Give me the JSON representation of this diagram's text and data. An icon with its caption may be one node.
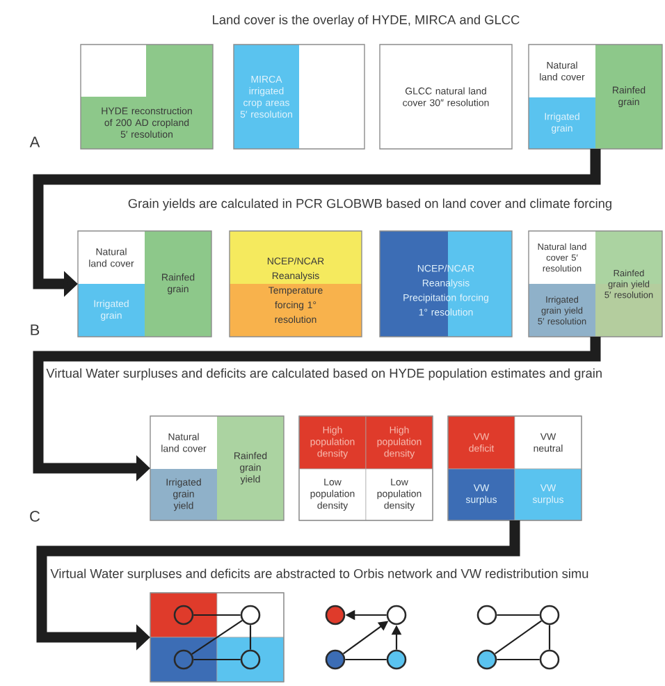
{
  "diagram": {
    "nodes": [
      {
        "text": [
          "HYDE reconstruction of 200 AD cropland 5′ resolution"
        ]
      },
      {
        "text": [
          "MIRCA irrigated crop areas 5′ resolution"
        ]
      },
      {
        "text": [
          "GLCC natural land cover 30″ resolution"
        ]
      },
      {
        "text": [
          "Natural land cover",
          "Irrigated grain",
          "Rainfed grain"
        ]
      },
      {
        "text": [
          "Natural land cover",
          "Irrigated grain",
          "Rainfed grain"
        ]
      },
      {
        "text": [
          "NCEP/NCAR Reanalysis Temperature forcing 1° resolution"
        ]
      },
      {
        "text": [
          "NCEP/NCAR Reanalysis Precipitation forcing 1° resolution"
        ]
      },
      {
        "text": [
          "Natural land cover 5′ resolution",
          "Irrigated grain yield 5′ resolution",
          "Rainfed grain yield 5′ resolution"
        ]
      },
      {
        "text": [
          "Natural land cover",
          "Irrigated grain yield",
          "Rainfed grain yield"
        ]
      },
      {
        "text": [
          "High population density",
          "High population density",
          "Low population density",
          "Low population density"
        ]
      },
      {
        "text": [
          "VW deficit",
          "VW neutral",
          "VW surplus",
          "VW surplus"
        ]
      },
      {
        "text": [],
        "shape": "box"
      },
      {
        "text": [],
        "shape": "circle",
        "in": 11
      },
      {
        "text": [],
        "shape": "circle",
        "in": 11
      },
      {
        "text": [],
        "shape": "circle",
        "in": 11
      },
      {
        "text": [],
        "shape": "circle",
        "in": 11
      },
      {
        "text": [],
        "shape": "circle"
      },
      {
        "text": [],
        "shape": "circle"
      },
      {
        "text": [],
        "shape": "circle"
      },
      {
        "text": [],
        "shape": "circle"
      },
      {
        "text": [],
        "shape": "circle"
      },
      {
        "text": [],
        "shape": "circle"
      },
      {
        "text": [],
        "shape": "circle"
      },
      {
        "text": [],
        "shape": "circle"
      }
    ],
    "edges": [
      {
        "from": 3,
        "to": 4,
        "arrow": "to",
        "style": "thick"
      },
      {
        "from": 7,
        "to": 8,
        "arrow": "to",
        "style": "thick"
      },
      {
        "from": 10,
        "to": 11,
        "arrow": "to",
        "style": "thick"
      },
      {
        "from": 12,
        "to": 13,
        "arrow": "none"
      },
      {
        "from": 13,
        "to": 15,
        "arrow": "none"
      },
      {
        "from": 13,
        "to": 14,
        "arrow": "none"
      },
      {
        "from": 14,
        "to": 15,
        "arrow": "none"
      },
      {
        "from": 17,
        "to": 16,
        "arrow": "to"
      },
      {
        "from": 18,
        "to": 17,
        "arrow": "to"
      },
      {
        "from": 19,
        "to": 17,
        "arrow": "to"
      },
      {
        "from": 18,
        "to": 19,
        "arrow": "none"
      },
      {
        "from": 20,
        "to": 21,
        "arrow": "none"
      },
      {
        "from": 21,
        "to": 23,
        "arrow": "none"
      },
      {
        "from": 21,
        "to": 22,
        "arrow": "none"
      },
      {
        "from": 22,
        "to": 23,
        "arrow": "none"
      }
    ],
    "labels": [
      "Land cover is the overlay of HYDE, MIRCA and GLCC",
      "A",
      "Grain yields are calculated in PCR GLOBWB based on land cover and climate forcing",
      "B",
      "Virtual Water surpluses and deficits are calculated based on HYDE population estimates and grain",
      "C",
      "Virtual Water surpluses and deficits are abstracted to Orbis network and VW redistribution simu"
    ]
  }
}
